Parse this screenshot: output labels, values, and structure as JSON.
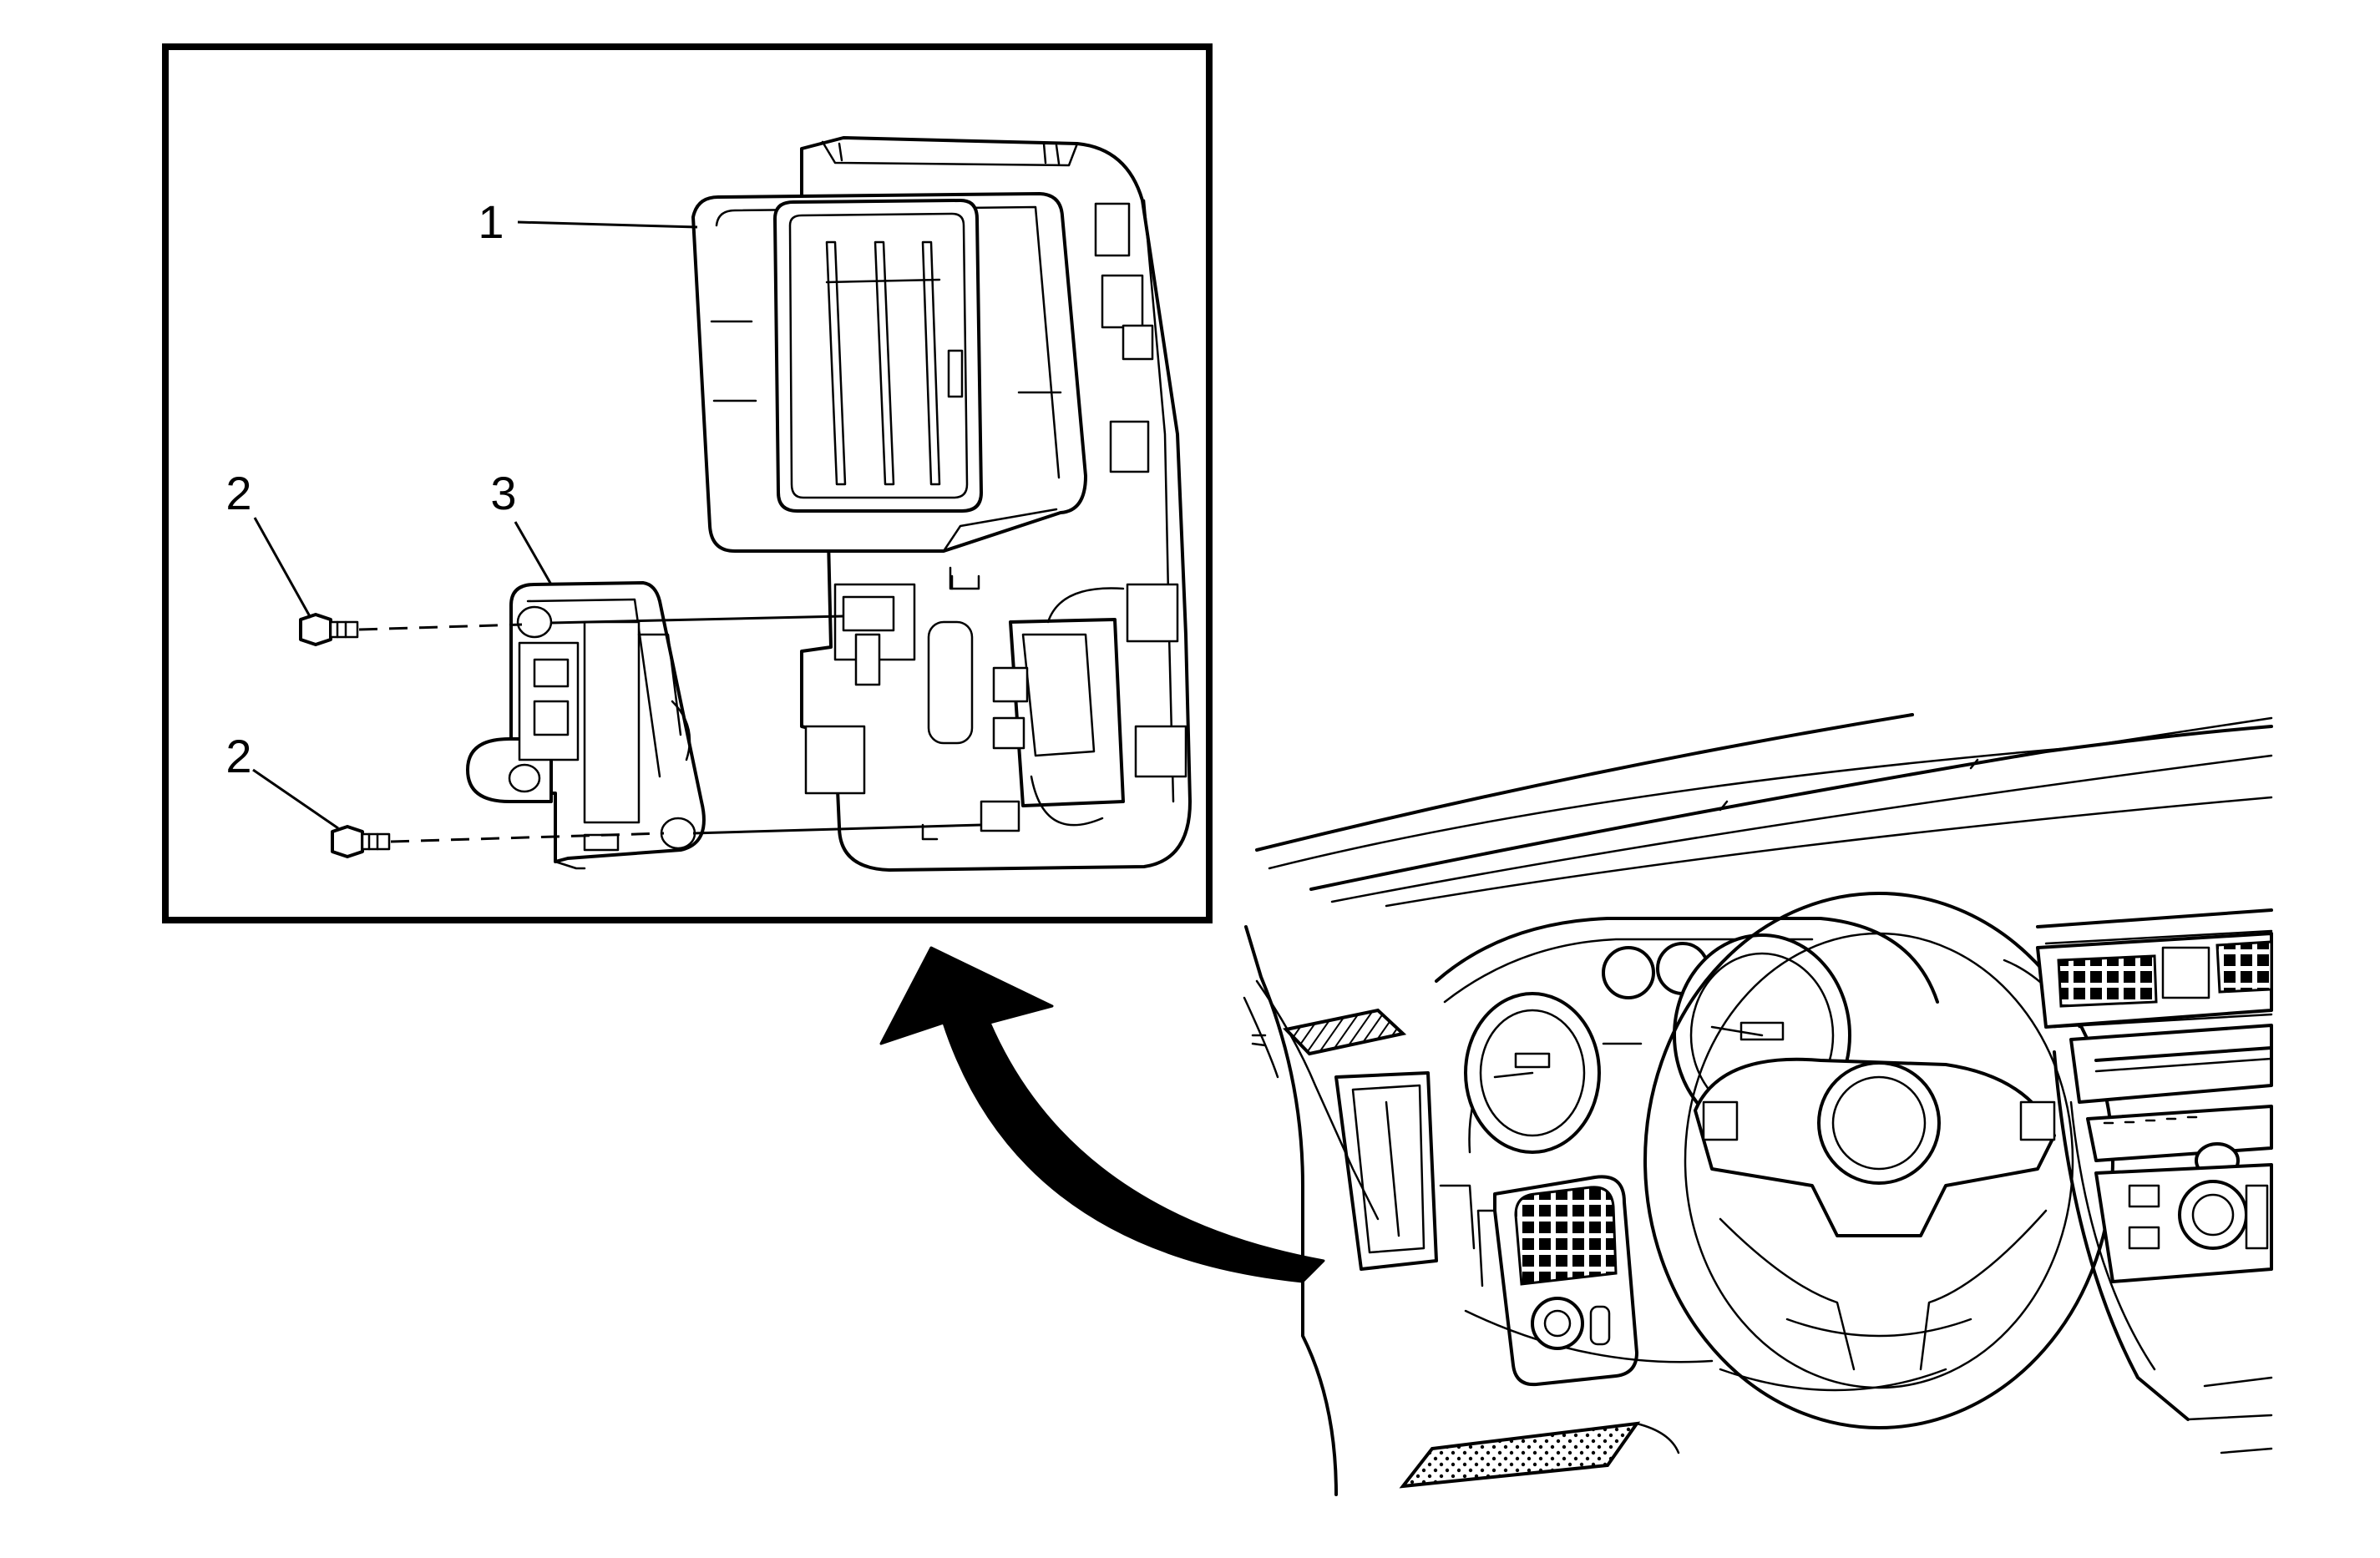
{
  "callouts": {
    "part_1": "1",
    "part_2_upper": "2",
    "part_2_lower": "2",
    "part_3": "3"
  },
  "colors": {
    "line": "#000000",
    "background": "#ffffff"
  }
}
